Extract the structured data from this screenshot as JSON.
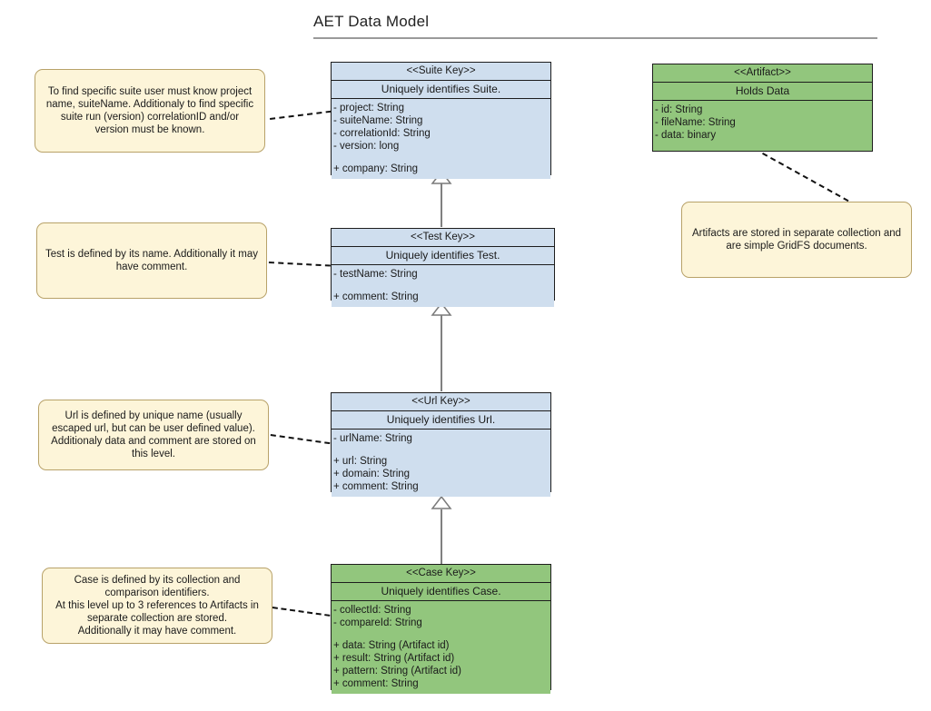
{
  "diagram": {
    "title": "AET Data Model",
    "colors": {
      "key_class_fill": "#cfdeee",
      "data_class_fill": "#92c67d",
      "note_fill": "#fdf5d9",
      "note_border": "#b8a269",
      "connector": "#808080",
      "border": "#1d1d1d"
    }
  },
  "classes": {
    "suite_key": {
      "stereotype": "<<Suite Key>>",
      "caption": "Uniquely identifies Suite.",
      "attributes": [
        "- project: String",
        "- suiteName: String",
        "- correlationId: String",
        "- version: long",
        "",
        "+ company: String"
      ]
    },
    "test_key": {
      "stereotype": "<<Test Key>>",
      "caption": "Uniquely identifies Test.",
      "attributes": [
        "- testName: String",
        "",
        "+ comment: String"
      ]
    },
    "url_key": {
      "stereotype": "<<Url Key>>",
      "caption": "Uniquely identifies Url.",
      "attributes": [
        "- urlName: String",
        "",
        "+ url: String",
        "+ domain: String",
        "+ comment: String"
      ]
    },
    "case_key": {
      "stereotype": "<<Case Key>>",
      "caption": "Uniquely identifies Case.",
      "attributes": [
        "- collectId: String",
        "- compareId: String",
        "",
        "+ data: String (Artifact id)",
        "+ result: String (Artifact id)",
        "+ pattern: String (Artifact id)",
        "+ comment: String"
      ]
    },
    "artifact": {
      "stereotype": "<<Artifact>>",
      "caption": "Holds Data",
      "attributes": [
        "- id: String",
        "- fileName: String",
        "- data: binary"
      ]
    }
  },
  "notes": {
    "suite_note": "To find specific suite user must know project name, suiteName. Additionaly to find specific suite run (version) correlationID and/or version must be known.",
    "test_note": "Test is defined by its name. Additionally it may have comment.",
    "url_note": "Url is defined by unique name (usually escaped url, but can be user defined value). Additionaly data and comment are stored on this level.",
    "case_note": "Case is defined by its collection and comparison identifiers.\nAt this level up to 3 references to Artifacts in separate collection are stored.\nAdditionally it may have comment.",
    "artifact_note": "Artifacts are stored in separate collection and are simple GridFS documents."
  }
}
